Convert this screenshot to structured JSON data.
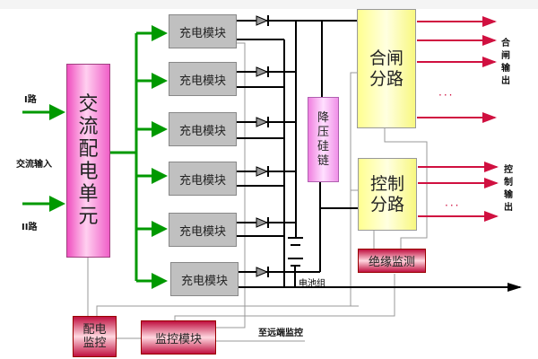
{
  "inputs": {
    "line1": "I路",
    "ac_input": "交流输入",
    "line2": "II路"
  },
  "ac_unit": "交流配电单元",
  "charger_modules": [
    "充电模块",
    "充电模块",
    "充电模块",
    "充电模块",
    "充电模块",
    "充电模块"
  ],
  "voltage_chain": "降压硅链",
  "closing_branch": "合闸分路",
  "control_branch": "控制分路",
  "closing_output": "合闸输出",
  "control_output": "控制输出",
  "ellipsis": "···",
  "insulation_monitor": "绝缘监测",
  "battery": "电池组",
  "distribution_monitor": "配电监控",
  "monitor_module": "监控模块",
  "remote": "至远端监控",
  "colors": {
    "green": "#009900",
    "red": "#d01040",
    "pink": "#f050c0",
    "yellow": "#ffff90",
    "gray_module": "#c0c0c0"
  }
}
